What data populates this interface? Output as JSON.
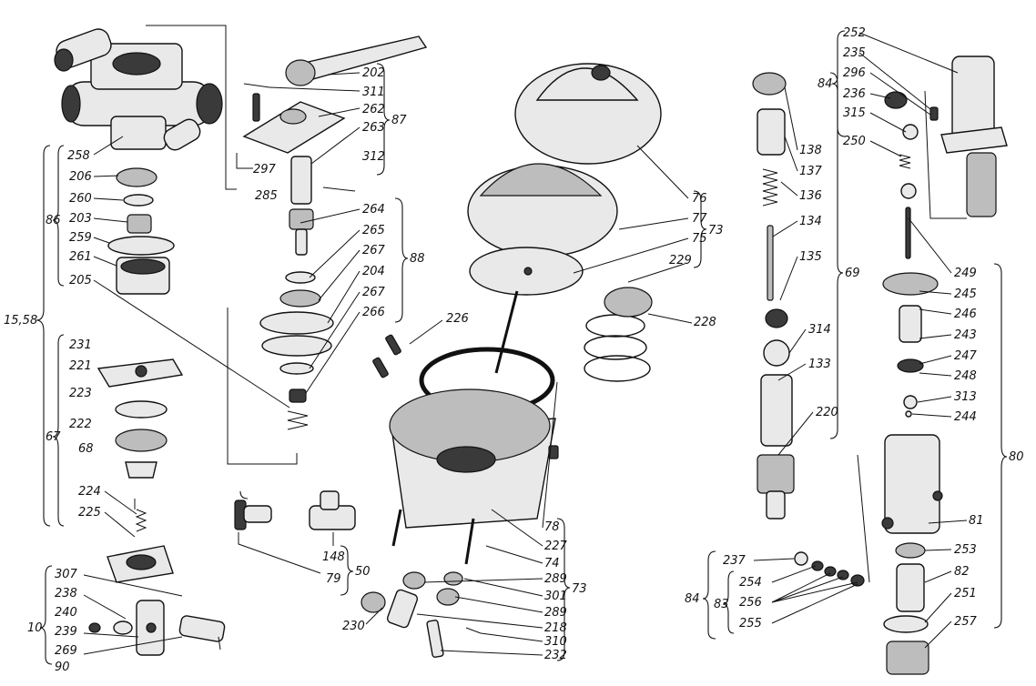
{
  "labels": {
    "l258": "258",
    "l206": "206",
    "l260": "260",
    "l203": "203",
    "l259": "259",
    "l261": "261",
    "l205": "205",
    "l86": "86",
    "l1558": "15,58",
    "l231": "231",
    "l221": "221",
    "l223": "223",
    "l67a": "67",
    "l222": "222",
    "l68": "68",
    "l224": "224",
    "l225": "225",
    "l307": "307",
    "l238": "238",
    "l240": "240",
    "l10": "10",
    "l239": "239",
    "l269": "269",
    "l90": "90",
    "l202": "202",
    "l311": "311",
    "l262": "262",
    "l87": "87",
    "l263": "263",
    "l297": "297",
    "l312": "312",
    "l285": "285",
    "l264": "264",
    "l265": "265",
    "l267a": "267",
    "l88": "88",
    "l204": "204",
    "l267b": "267",
    "l266": "266",
    "l148": "148",
    "l79": "79",
    "l50": "50",
    "l226": "226",
    "l76": "76",
    "l77": "77",
    "l75": "75",
    "l73a": "73",
    "l229": "229",
    "l228": "228",
    "l78": "78",
    "l227": "227",
    "l74": "74",
    "l289a": "289",
    "l301": "301",
    "l289b": "289",
    "l73b": "73",
    "l230": "230",
    "l218": "218",
    "l310": "310",
    "l232": "232",
    "l138": "138",
    "l137": "137",
    "l136": "136",
    "l134": "134",
    "l135": "135",
    "l69": "69",
    "l314": "314",
    "l133": "133",
    "l220": "220",
    "l252": "252",
    "l235": "235",
    "l84a": "84",
    "l296": "296",
    "l236": "236",
    "l315": "315",
    "l250": "250",
    "l249": "249",
    "l245": "245",
    "l246": "246",
    "l243": "243",
    "l247": "247",
    "l248": "248",
    "l313": "313",
    "l244": "244",
    "l80": "80",
    "l81": "81",
    "l253": "253",
    "l82": "82",
    "l251": "251",
    "l257": "257",
    "l237": "237",
    "l254": "254",
    "l84b": "84",
    "l83": "83",
    "l256": "256",
    "l255": "255"
  }
}
